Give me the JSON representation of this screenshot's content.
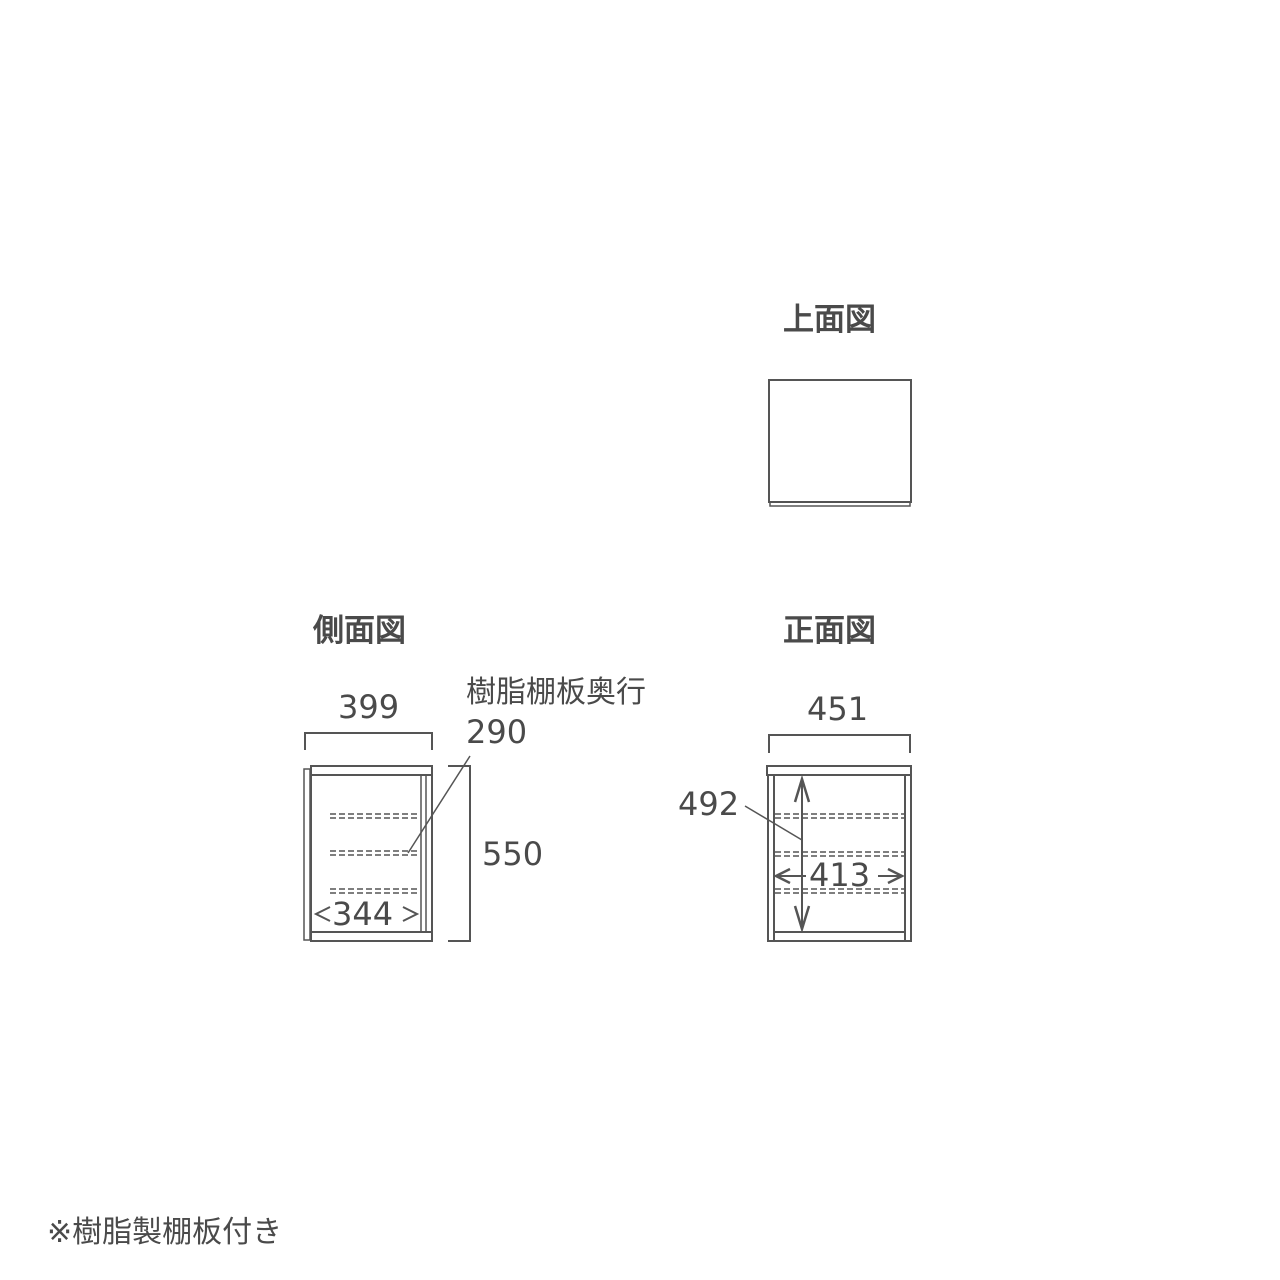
{
  "views": {
    "top": {
      "title": "上面図"
    },
    "side": {
      "title": "側面図",
      "width_label": "399",
      "height_label": "550",
      "inner_width_label": "344",
      "shelf_depth_caption": "樹脂棚板奥行",
      "shelf_depth_value": "290"
    },
    "front": {
      "title": "正面図",
      "width_label": "451",
      "inner_height_label": "492",
      "inner_width_label": "413"
    }
  },
  "footnote": "※樹脂製棚板付き",
  "colors": {
    "line": "#555555",
    "text": "#4a4a4a"
  }
}
